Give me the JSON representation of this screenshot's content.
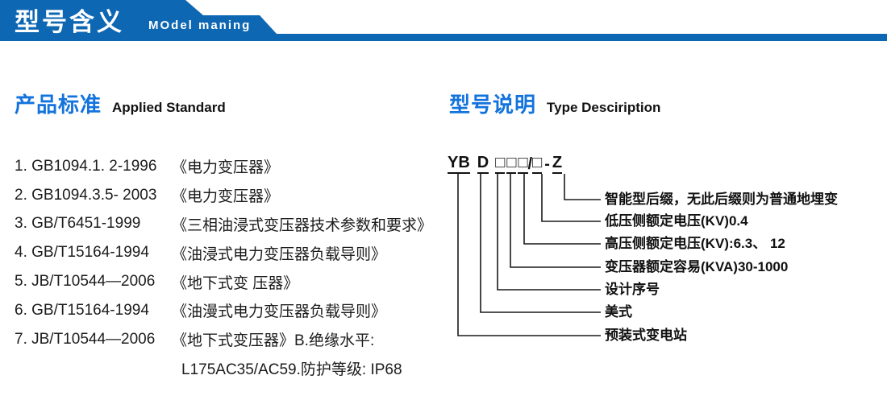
{
  "banner": {
    "title_cn": "型号含义",
    "title_en": "MOdel maning"
  },
  "standards": {
    "heading_cn": "产品标准",
    "heading_en": "Applied Standard",
    "items": [
      {
        "code": "1. GB1094.1. 2-1996",
        "title": "《电力变压器》"
      },
      {
        "code": "2. GB1094.3.5- 2003",
        "title": "《电力变压器》"
      },
      {
        "code": "3. GB/T6451-1999",
        "title": "《三相油浸式变压器技术参数和要求》"
      },
      {
        "code": "4. GB/T15164-1994",
        "title": "《油浸式电力变压器负载导则》"
      },
      {
        "code": "5. JB/T10544—2006",
        "title": "《地下式变 压器》"
      },
      {
        "code": "6. GB/T15164-1994",
        "title": "《油漫式电力变压器负载导则》"
      },
      {
        "code": "7. JB/T10544—2006",
        "title": "《地下式变压器》B.绝缘水平:"
      }
    ],
    "continuation": "L175AC35/AC59.防护等级: IP68"
  },
  "diagram": {
    "heading_cn": "型号说明",
    "heading_en": "Type Desciription",
    "code_parts": [
      "YB",
      "D",
      "□",
      "□",
      "□",
      "/",
      "□",
      "-",
      "Z"
    ],
    "labels": [
      "智能型后缀，无此后缀则为普通地埋变",
      "低压侧额定电压(KV)0.4",
      "高压侧额定电压(KV):6.3、 12",
      "变压器额定容易(KVA)30-1000",
      "设计序号",
      "美式",
      "预装式变电站"
    ]
  },
  "colors": {
    "banner_blue": "#0e67b2",
    "heading_blue": "#1373dd",
    "text": "#111111"
  }
}
